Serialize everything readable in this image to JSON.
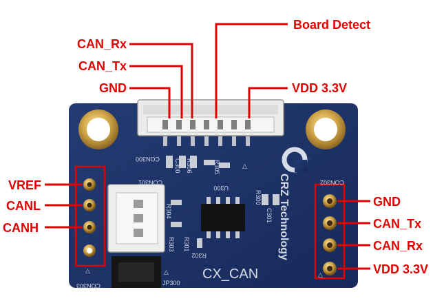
{
  "callouts": {
    "top": {
      "can_rx": "CAN_Rx",
      "can_tx": "CAN_Tx",
      "gnd": "GND",
      "board_detect": "Board Detect",
      "vdd": "VDD 3.3V"
    },
    "left": {
      "vref": "VREF",
      "canl": "CANL",
      "canh": "CANH"
    },
    "right": {
      "gnd": "GND",
      "can_tx": "CAN_Tx",
      "can_rx": "CAN_Rx",
      "vdd": "VDD 3.3V"
    }
  },
  "silkscreen": {
    "board_name": "CX_CAN",
    "brand": "CRZ Technology",
    "con300": "CON300",
    "con301": "CON301",
    "con302": "CON302",
    "con303": "CON303",
    "u300": "U300",
    "jp300": "JP300",
    "c300": "C300",
    "r306": "R306",
    "r305": "R305",
    "r304": "R304",
    "r300": "R300",
    "c301": "C301",
    "r301": "R301",
    "r302": "R302",
    "r303": "R303",
    "triangle": "△"
  },
  "colors": {
    "accent": "#e10000",
    "pcb": "#1f3566",
    "gold": "#c8a24a",
    "connector": "#ececea"
  }
}
